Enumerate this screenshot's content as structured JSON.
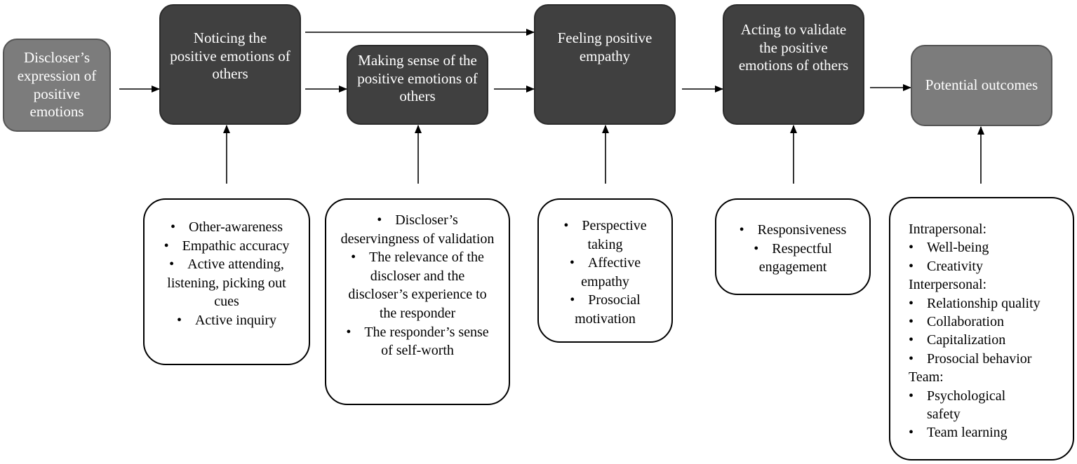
{
  "nodes": {
    "expression": "Discloser’s expression of positive emotions",
    "noticing": "Noticing the positive emotions of others",
    "making_sense": "Making sense of the positive emotions of others",
    "feeling": "Feeling positive empathy",
    "acting": "Acting to validate the positive emotions of others",
    "outcomes": "Potential outcomes"
  },
  "details": {
    "noticing": [
      "Other-awareness",
      "Empathic accuracy",
      "Active attending, listening, picking out cues",
      "Active inquiry"
    ],
    "making_sense": [
      "Discloser’s deservingness of validation",
      "The relevance of the discloser and the discloser’s experience to the responder",
      "The responder’s sense of self-worth"
    ],
    "feeling": [
      "Perspective taking",
      "Affective empathy",
      "Prosocial motivation"
    ],
    "acting": [
      "Responsiveness",
      "Respectful engagement"
    ],
    "outcomes": {
      "intrapersonal_heading": "Intrapersonal:",
      "intrapersonal": [
        "Well-being",
        "Creativity"
      ],
      "interpersonal_heading": "Interpersonal:",
      "interpersonal": [
        "Relationship quality",
        "Collaboration",
        "Capitalization",
        "Prosocial behavior"
      ],
      "team_heading": "Team:",
      "team": [
        "Psychological safety",
        "Team learning"
      ]
    }
  },
  "bullet_char": "•"
}
